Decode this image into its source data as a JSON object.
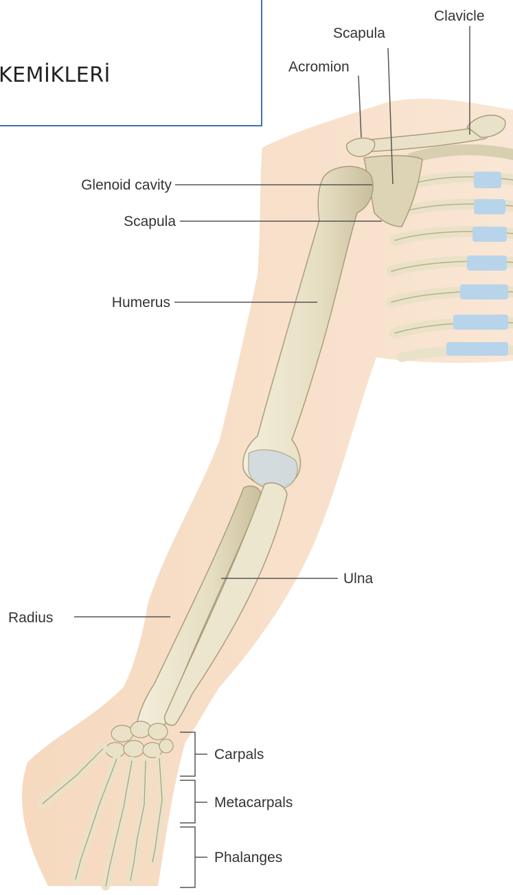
{
  "slide": {
    "title": "KEMİKLERİ"
  },
  "labels": {
    "clavicle": "Clavicle",
    "scapula_top": "Scapula",
    "acromion": "Acromion",
    "glenoid_cavity": "Glenoid cavity",
    "scapula": "Scapula",
    "humerus": "Humerus",
    "ulna": "Ulna",
    "radius": "Radius",
    "carpals": "Carpals",
    "metacarpals": "Metacarpals",
    "phalanges": "Phalanges"
  },
  "colors": {
    "skin": "#f6d9bf",
    "bone": "#e9e2c8",
    "bone_shadow": "#c9bf9c",
    "cartilage": "#b8d4ea",
    "leader": "#555555",
    "frame": "#3f6fb3"
  }
}
